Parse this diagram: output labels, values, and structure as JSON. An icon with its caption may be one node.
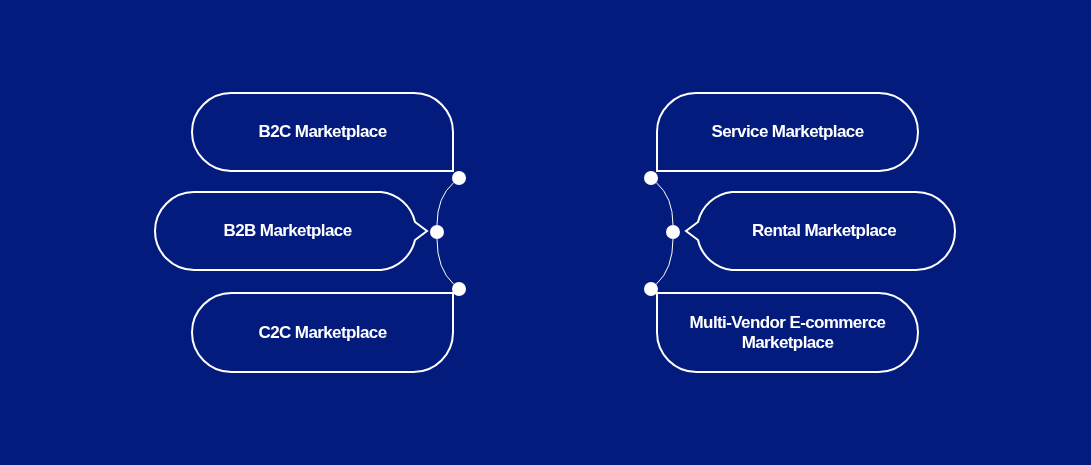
{
  "diagram": {
    "nodes": [
      {
        "text": [
          "B2C Marketplace"
        ]
      },
      {
        "text": [
          "B2B Marketplace"
        ]
      },
      {
        "text": [
          "C2C Marketplace"
        ]
      },
      {
        "text": [
          "Service Marketplace"
        ]
      },
      {
        "text": [
          "Rental Marketplace"
        ]
      },
      {
        "text": [
          "Multi-Vendor E-commerce Marketplace"
        ]
      },
      {
        "text": [],
        "shape": "circle"
      },
      {
        "text": [],
        "shape": "circle"
      },
      {
        "text": [],
        "shape": "circle"
      },
      {
        "text": [],
        "shape": "circle"
      },
      {
        "text": [],
        "shape": "circle"
      },
      {
        "text": [],
        "shape": "circle"
      }
    ],
    "edges": [
      {
        "from": 6,
        "to": 7,
        "arrow": "none"
      },
      {
        "from": 7,
        "to": 8,
        "arrow": "none"
      },
      {
        "from": 9,
        "to": 10,
        "arrow": "none"
      },
      {
        "from": 10,
        "to": 11,
        "arrow": "none"
      }
    ]
  }
}
